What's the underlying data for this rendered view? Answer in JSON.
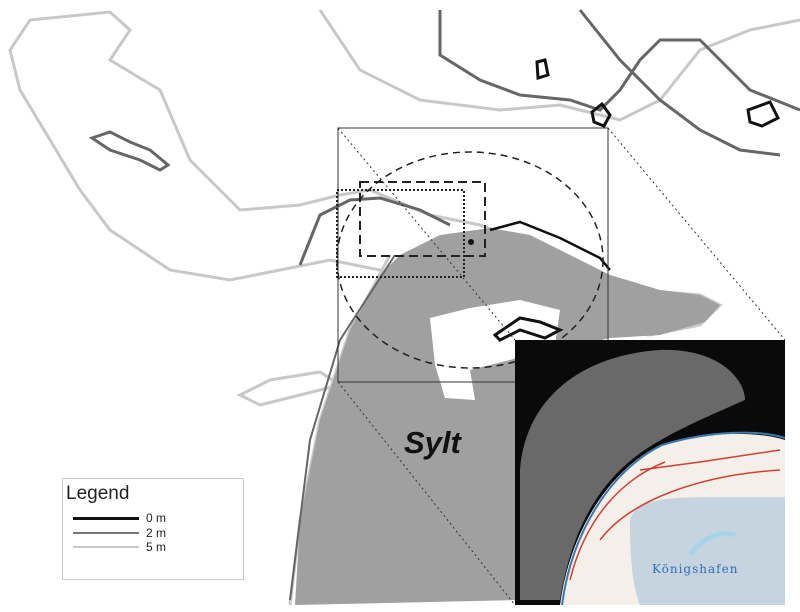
{
  "map": {
    "island_label": "Sylt",
    "inset_place_label": "Königshafen"
  },
  "legend": {
    "title": "Legend",
    "items": [
      {
        "label": "0 m",
        "color": "#111111"
      },
      {
        "label": "2 m",
        "color": "#777777"
      },
      {
        "label": "5 m",
        "color": "#c8c8c8"
      }
    ]
  }
}
